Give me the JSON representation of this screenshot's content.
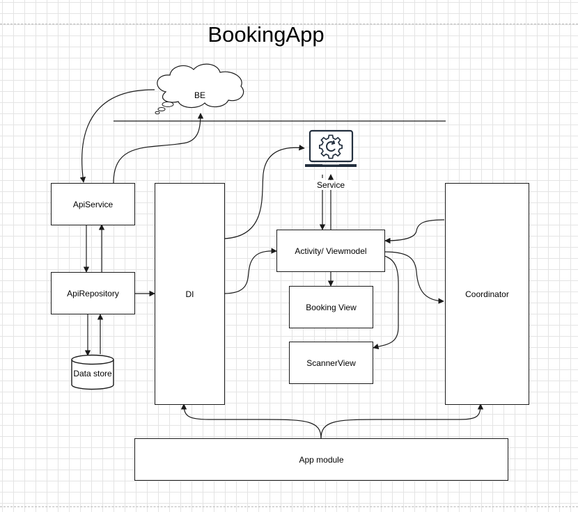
{
  "title": "BookingApp",
  "nodes": {
    "be": "BE",
    "api_service": "ApiService",
    "api_repository": "ApiRepository",
    "data_store": "Data store",
    "di": "DI",
    "service": "Service",
    "activity_viewmodel": "Activity/ Viewmodel",
    "booking_view": "Booking View",
    "scanner_view": "ScannerView",
    "coordinator": "Coordinator",
    "app_module": "App module"
  },
  "icons": {
    "be_shape": "cloud-icon",
    "data_store_shape": "database-cylinder-icon",
    "service_shape": "laptop-gear-icon"
  },
  "colors": {
    "stroke": "#1a1a1a",
    "service_icon": "#232f3e"
  }
}
